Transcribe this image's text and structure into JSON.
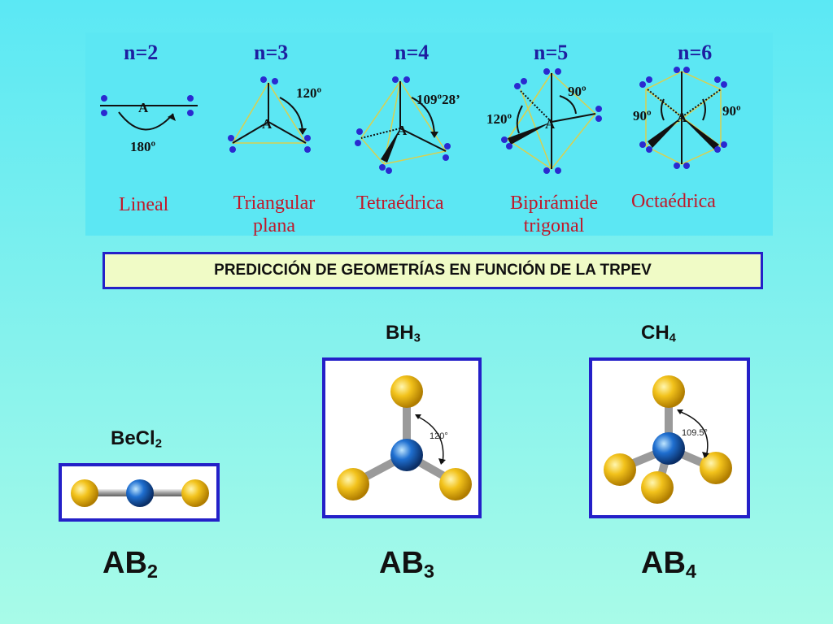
{
  "geometries": [
    {
      "n": "n=2",
      "name": "Lineal",
      "angle": "180º"
    },
    {
      "n": "n=3",
      "name_line1": "Triangular",
      "name_line2": "plana",
      "angle": "120º"
    },
    {
      "n": "n=4",
      "name": "Tetraédrica",
      "angle": "109º28’"
    },
    {
      "n": "n=5",
      "name_line1": "Bipirámide",
      "name_line2": "trigonal",
      "angle_eq": "120º",
      "angle_ax": "90º"
    },
    {
      "n": "n=6",
      "name": "Octaédrica",
      "angle_left": "90º",
      "angle_right": "90º"
    }
  ],
  "central_atom": "A",
  "title": "PREDICCIÓN DE GEOMETRÍAS EN FUNCIÓN DE LA TRPEV",
  "molecules": [
    {
      "formula_base": "BeCl",
      "formula_sub": "2",
      "type_base": "AB",
      "type_sub": "2"
    },
    {
      "formula_base": "BH",
      "formula_sub": "3",
      "type_base": "AB",
      "type_sub": "3",
      "angle": "120°"
    },
    {
      "formula_base": "CH",
      "formula_sub": "4",
      "type_base": "AB",
      "type_sub": "4",
      "angle": "109.5°"
    }
  ],
  "colors": {
    "background_top": "#5be8f4",
    "background_bottom": "#a8fbe8",
    "title_box": "#f0fbc6",
    "border": "#2420c8",
    "geometry_name": "#c0182a",
    "n_label": "#1e1ea0",
    "atom_blue": "#1f6fd0",
    "atom_yellow": "#f2c21b"
  }
}
